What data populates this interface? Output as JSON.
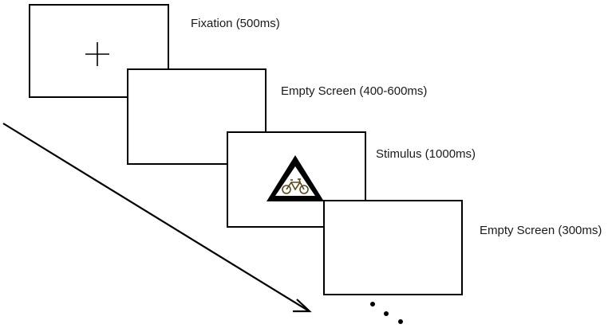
{
  "sequence": [
    {
      "label": "Fixation (500ms)"
    },
    {
      "label": "Empty Screen (400-600ms)"
    },
    {
      "label": "Stimulus (1000ms)"
    },
    {
      "label": "Empty Screen (300ms)"
    }
  ],
  "icons": {
    "fixation": "fixation-cross-icon",
    "stimulus": "bicycle-warning-sign-icon",
    "time_arrow": "time-arrow",
    "continuation": "ellipsis-dots"
  },
  "colors": {
    "frame": "#000000",
    "text": "#1a1a1a",
    "sign_border": "#000000",
    "sign_fill": "#ffffff",
    "bicycle": "#5a4a1e"
  }
}
